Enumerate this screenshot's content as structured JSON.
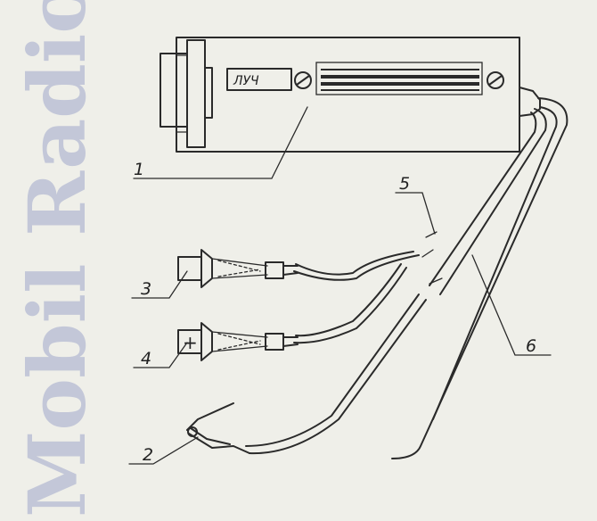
{
  "watermark": {
    "text": "Mobil Radio",
    "color": "#bcc1d6"
  },
  "device": {
    "label_plate": "ЛУЧ"
  },
  "callouts": [
    {
      "id": "1",
      "text": "1"
    },
    {
      "id": "2",
      "text": "2"
    },
    {
      "id": "3",
      "text": "3"
    },
    {
      "id": "4",
      "text": "4"
    },
    {
      "id": "5",
      "text": "5"
    },
    {
      "id": "6",
      "text": "6"
    }
  ],
  "plug_marks": {
    "plus": "+"
  }
}
